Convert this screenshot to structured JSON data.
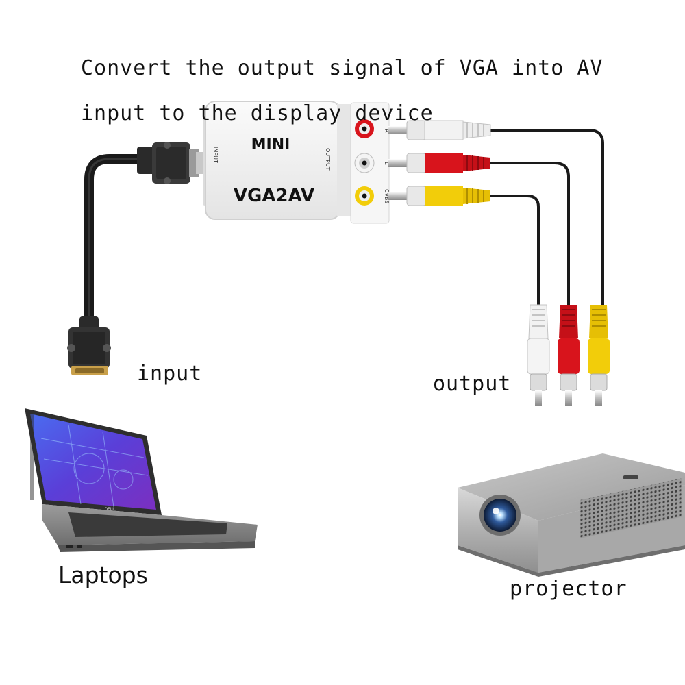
{
  "title": {
    "line1": "Convert the output signal of VGA into AV",
    "line2": "input to the display device"
  },
  "adapter": {
    "model_line1": "MINI",
    "model_line2": "VGA2AV",
    "port_input": "INPUT",
    "port_output": "OUTPUT",
    "jack_r": "R",
    "jack_l": "L",
    "jack_cvbs": "CVBS"
  },
  "labels": {
    "input": "input",
    "output": "output",
    "laptops": "Laptops",
    "projector": "projector"
  },
  "laptop_logo": "DELL",
  "colors": {
    "white_plug": "#f2f2f2",
    "red_plug": "#d8141c",
    "yellow_plug": "#f2cd0a",
    "cable": "#1a1a1a",
    "vga_connector": "#2a2a2a",
    "adapter_body": "#f4f4f4",
    "laptop_screen": "#5a3fd8",
    "projector_body": "#b5b5b5"
  }
}
